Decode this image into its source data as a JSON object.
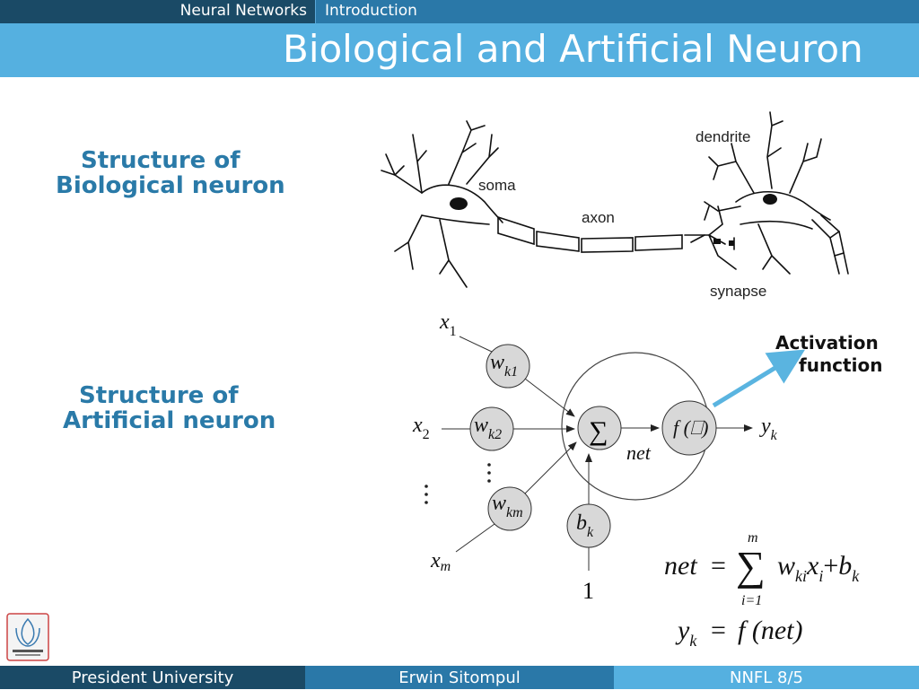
{
  "header": {
    "section": "Neural Networks",
    "subsection": "Introduction",
    "title": "Biological and Artificial Neuron"
  },
  "biological": {
    "heading_line1": "Structure of",
    "heading_line2": "Biological neuron",
    "labels": {
      "dendrite": "dendrite",
      "soma": "soma",
      "axon": "axon",
      "synapse": "synapse"
    }
  },
  "artificial": {
    "heading_line1": "Structure of",
    "heading_line2": "Artificial neuron",
    "inputs": {
      "x1": "x",
      "x1_sub": "1",
      "x2": "x",
      "x2_sub": "2",
      "xm": "x",
      "xm_sub": "m"
    },
    "weights": {
      "w1": "w",
      "w1_sub": "k1",
      "w2": "w",
      "w2_sub": "k2",
      "wm": "w",
      "wm_sub": "km"
    },
    "bias": {
      "b": "b",
      "b_sub": "k",
      "one": "1"
    },
    "sum_symbol": "∑",
    "activation": "f (⎕)",
    "net_label": "net",
    "output": "y",
    "output_sub": "k",
    "activation_label_line1": "Activation",
    "activation_label_line2": "function",
    "eq1": {
      "lhs": "net",
      "eq": "=",
      "sigma": "∑",
      "top": "m",
      "bottom": "i=1",
      "w": "w",
      "w_sub": "ki",
      "x": "x",
      "x_sub": "i",
      "plus": "+",
      "b": "b",
      "b_sub": "k"
    },
    "eq2": {
      "y": "y",
      "y_sub": "k",
      "eq": "=",
      "rhs": "f (net)"
    }
  },
  "footer": {
    "left": "President University",
    "center": "Erwin Sitompul",
    "right": "NNFL 8/5"
  },
  "colors": {
    "dark": "#1a4a66",
    "mid": "#2a78a8",
    "light": "#55b0e0",
    "heading": "#2a7aa8",
    "arrow": "#5ab4e0"
  }
}
